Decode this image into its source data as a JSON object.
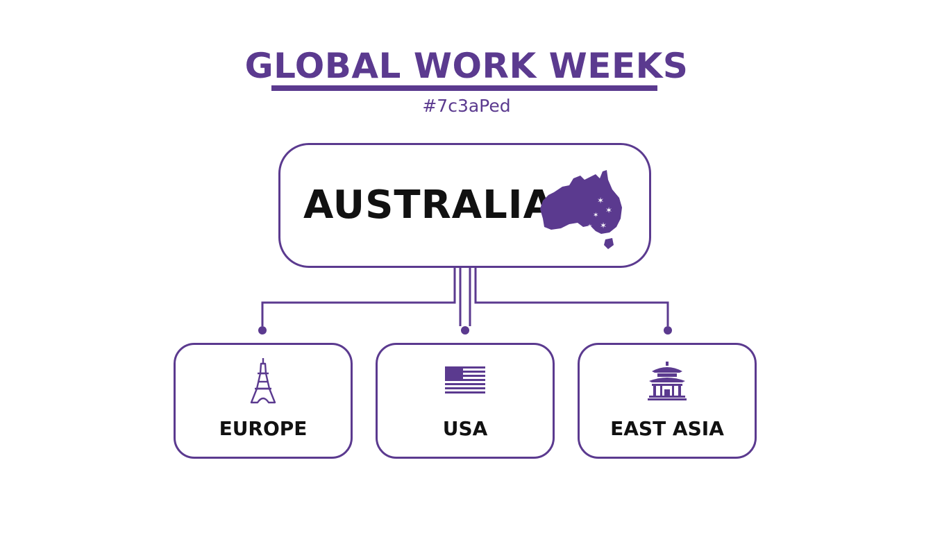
{
  "title": "GLOBAL WORK WEEKS",
  "subtitle": "#7c3aPed",
  "accent_color": "#5b3a8f",
  "root": {
    "label": "AUSTRALIA",
    "icon": "australia-map-icon"
  },
  "children": [
    {
      "label": "EUROPE",
      "icon": "eiffel-tower-icon"
    },
    {
      "label": "USA",
      "icon": "us-flag-icon"
    },
    {
      "label": "EAST ASIA",
      "icon": "pagoda-icon"
    }
  ]
}
